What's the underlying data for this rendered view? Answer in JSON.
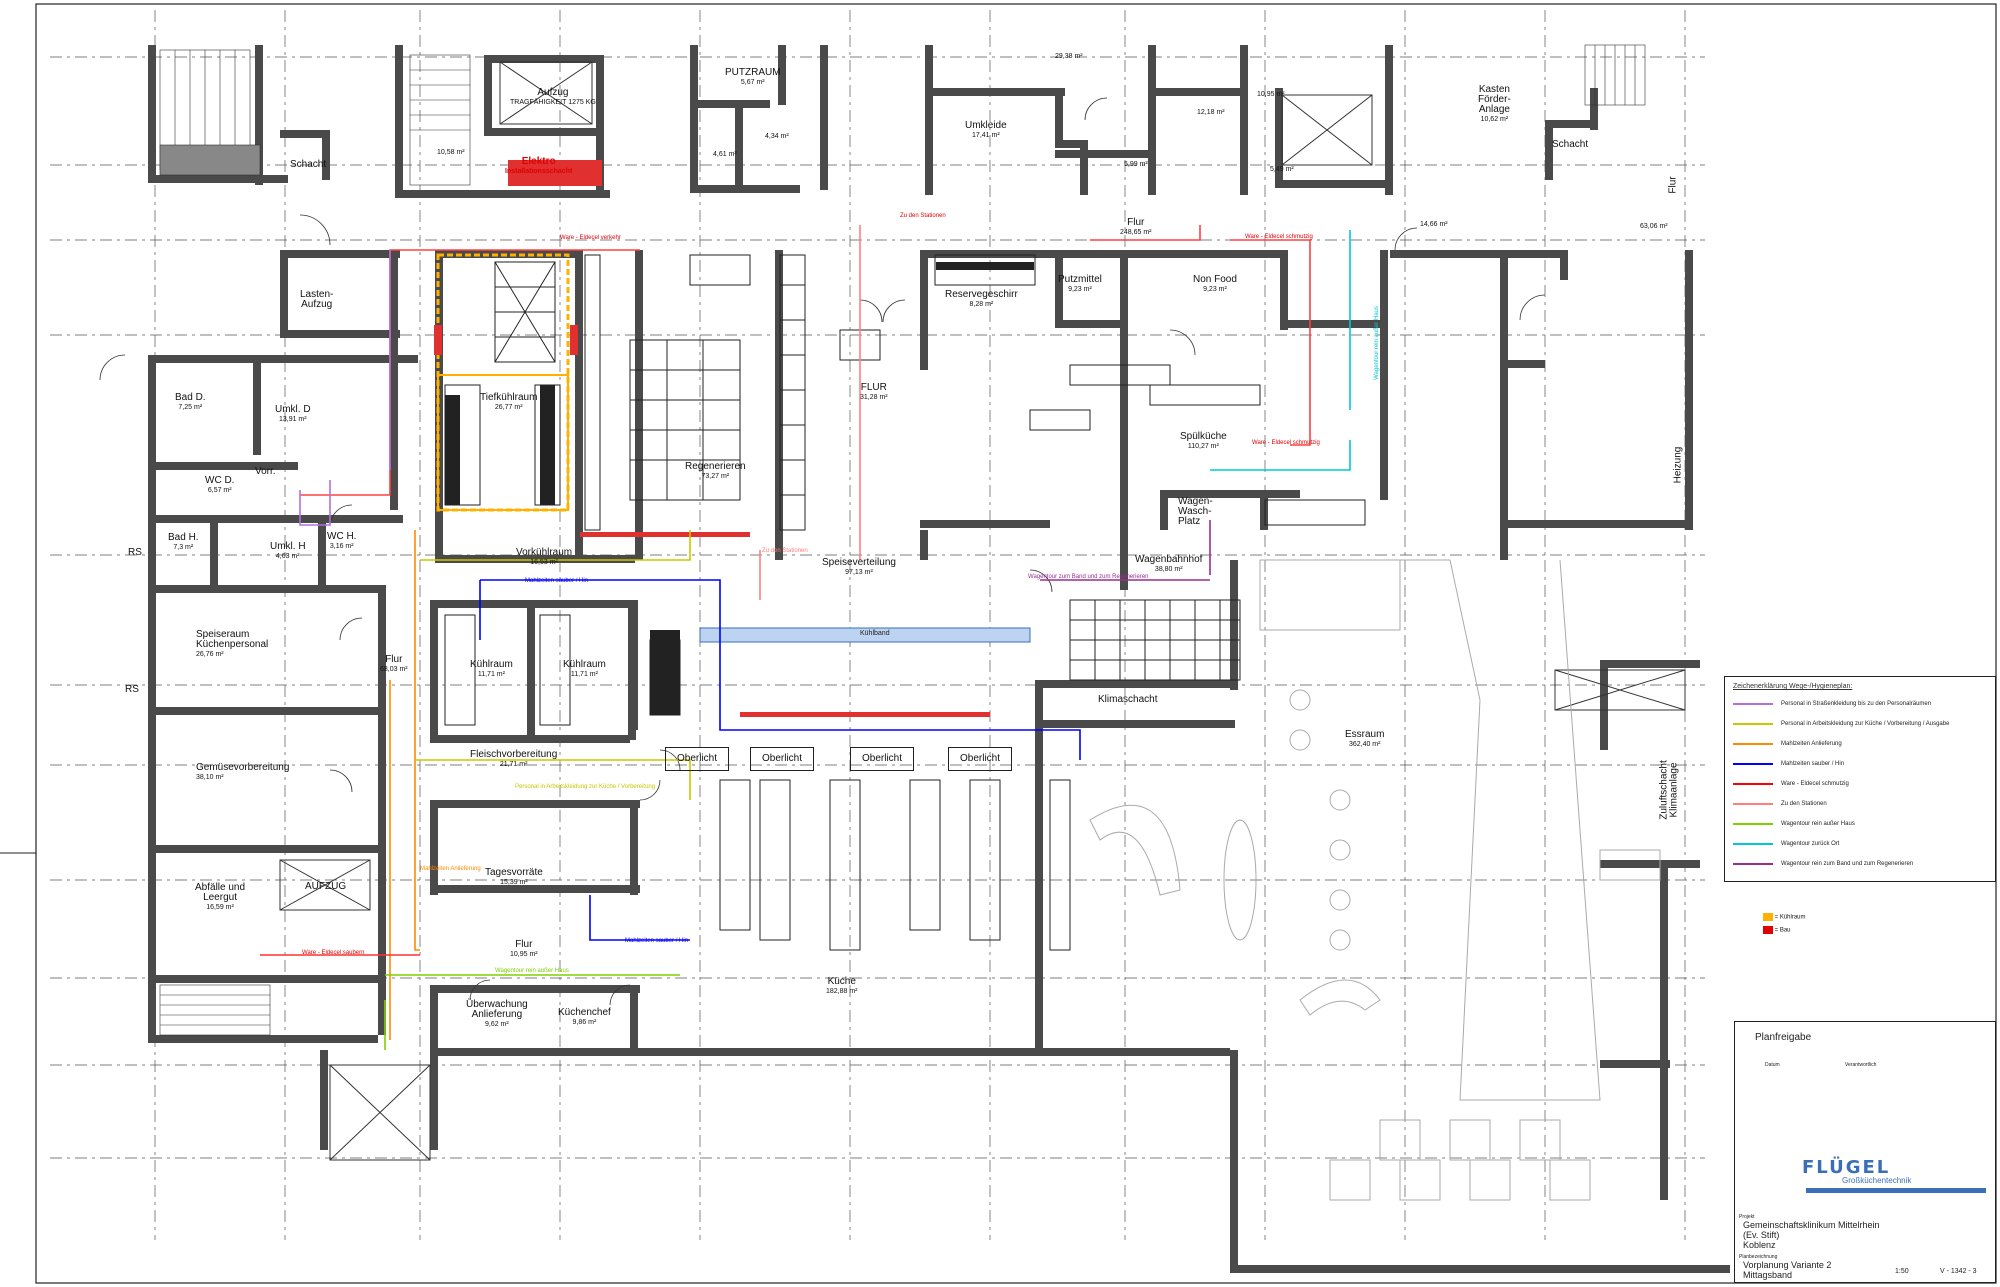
{
  "rooms": {
    "aufzug_top": {
      "name": "Aufzug",
      "sub": "TRAGFÄHIGKEIT 1275 KG",
      "area": ""
    },
    "elektro": {
      "name": "Elektro",
      "sub": "Installationsschacht"
    },
    "room_1058": {
      "area": "10,58 m²"
    },
    "schacht_left": {
      "name": "Schacht"
    },
    "putzraum": {
      "name": "PUTZRAUM",
      "area": "5,67 m²"
    },
    "room_461": {
      "area": "4,61 m²"
    },
    "room_434": {
      "area": "4,34 m²"
    },
    "room_2938": {
      "area": "29,38 m²"
    },
    "umkleide": {
      "name": "Umkleide",
      "area": "17,41 m²"
    },
    "room_599": {
      "area": "5,99 m²"
    },
    "room_1395": {
      "area": "10,95 m²"
    },
    "room_1218": {
      "area": "12,18 m²"
    },
    "room_549": {
      "area": "5,49 m²"
    },
    "kasten": {
      "name": "Kasten\nFörder-\nAnlage",
      "area": "10,62 m²"
    },
    "schacht_right": {
      "name": "Schacht"
    },
    "flur_top": {
      "name": "Flur",
      "area": "248,65 m²"
    },
    "room_1466": {
      "area": "14,66 m²"
    },
    "room_6306": {
      "area": "63,06 m²"
    },
    "flur_right": {
      "name": "Flur"
    },
    "lastenaufzug": {
      "name": "Lasten-\nAufzug"
    },
    "bad_d": {
      "name": "Bad D.",
      "area": "7,25 m²"
    },
    "umkl_d": {
      "name": "Umkl. D",
      "area": "13,91 m²"
    },
    "vorr": {
      "name": "Vorr."
    },
    "wc_d": {
      "name": "WC D.",
      "area": "6,57 m²"
    },
    "bad_h": {
      "name": "Bad H.",
      "area": "7,3 m²"
    },
    "umkl_h": {
      "name": "Umkl. H",
      "area": "4,63 m²"
    },
    "wc_h": {
      "name": "WC H.",
      "area": "3,16 m²"
    },
    "rs1": {
      "name": "RS"
    },
    "rs2": {
      "name": "RS"
    },
    "tiefkuehl": {
      "name": "Tiefkühlraum",
      "area": "26,77 m²"
    },
    "vorkuehl": {
      "name": "Vorkühlraum",
      "area": "16,53 m²"
    },
    "regenerieren": {
      "name": "Regenerieren",
      "area": "73,27 m²"
    },
    "flur_center": {
      "name": "FLUR",
      "area": "31,28 m²"
    },
    "reserve": {
      "name": "Reservegeschirr",
      "area": "8,28 m²"
    },
    "putzmittel": {
      "name": "Putzmittel",
      "area": "9,23 m²"
    },
    "nonfood": {
      "name": "Non Food",
      "area": "9,23 m²"
    },
    "spuelkueche": {
      "name": "Spülküche",
      "area": "110,27 m²"
    },
    "wagenwasch": {
      "name": "Wagen-\nWasch-\nPlatz"
    },
    "wagenbahnhof": {
      "name": "Wagenbahnhof",
      "area": "38,80 m²"
    },
    "heizung": {
      "name": "Heizung"
    },
    "speiseverteilung": {
      "name": "Speiseverteilung",
      "area": "97,13 m²"
    },
    "kuehlraum1": {
      "name": "Kühlraum",
      "area": "11,71 m²"
    },
    "kuehlraum2": {
      "name": "Kühlraum",
      "area": "11,71 m²"
    },
    "speiseraum_kp": {
      "name": "Speiseraum\nKüchenpersonal",
      "area": "26,76 m²"
    },
    "flur_left": {
      "name": "Flur",
      "area": "68,03 m²"
    },
    "klimaschacht": {
      "name": "Klimaschacht"
    },
    "gemuese": {
      "name": "Gemüsevorbereitung",
      "area": "38,10 m²"
    },
    "fleisch": {
      "name": "Fleischvorbereitung",
      "area": "21,71 m²"
    },
    "essraum": {
      "name": "Essraum",
      "area": "362,40 m²"
    },
    "zuluft": {
      "name": "Zuluftschacht\nKlimaanlage"
    },
    "abfaelle": {
      "name": "Abfälle und\nLeergut",
      "area": "16,59 m²"
    },
    "aufzug_bottom": {
      "name": "AUFZUG"
    },
    "tagesvorraete": {
      "name": "Tagesvorräte",
      "area": "15,39 m²"
    },
    "flur_bottom": {
      "name": "Flur",
      "area": "10,95 m²"
    },
    "kueche": {
      "name": "Küche",
      "area": "182,88 m²"
    },
    "ueberwachung": {
      "name": "Überwachung\nAnlieferung",
      "area": "9,62 m²"
    },
    "kuechenchef": {
      "name": "Küchenchef",
      "area": "9,86 m²"
    }
  },
  "oberlichts": [
    "Oberlicht",
    "Oberlicht",
    "Oberlicht",
    "Oberlicht"
  ],
  "route_labels": {
    "r1": "Ware - Eldecel verkehr",
    "r2": "Zu den Stationen",
    "r3": "Ware - Eldecel schmutzig",
    "r4": "Wagentour rein außer Haus",
    "r5": "Wagentour zum Band und zum Regenerieren",
    "r6": "Mahlzeiten sauber / Hin",
    "r7": "Personal in Arbeitskleidung zur Küche / Vorbereitung",
    "r8": "Ware - Eldecel schmutzig",
    "r9": "Mahlzeiten Anlieferung",
    "r10": "Ware - Eldecel saubern",
    "r11": "Wagentour rein außer Haus",
    "r12": "Mahlzeiten sauber / Hin",
    "r13": "Kühlband",
    "r14": "Zu den Stationen"
  },
  "legend": {
    "title": "Zeichenerklärung Wege-/Hygieneplan:",
    "items": [
      {
        "color": "#b070e0",
        "label": "Personal in Straßenkleidung bis zu den Personalräumen"
      },
      {
        "color": "#c8c800",
        "label": "Personal in Arbeitskleidung zur Küche / Vorbereitung / Ausgabe"
      },
      {
        "color": "#ff8c00",
        "label": "Mahlzeiten Anlieferung"
      },
      {
        "color": "#0000ff",
        "label": "Mahlzeiten sauber / Hin"
      },
      {
        "color": "#ff0000",
        "label": "Ware - Eldecel schmutzig"
      },
      {
        "color": "#ff7f7f",
        "label": "Zu den Stationen"
      },
      {
        "color": "#7fd000",
        "label": "Wagentour rein außer Haus"
      },
      {
        "color": "#00c8d8",
        "label": "Wagentour zurück Ort"
      },
      {
        "color": "#9b2d8f",
        "label": "Wagentour rein zum Band und zum Regenerieren"
      }
    ]
  },
  "small_key": [
    {
      "color": "#ffb000",
      "label": "= Kühlraum"
    },
    {
      "color": "#e00000",
      "label": "= Bau"
    }
  ],
  "titleblock": {
    "header": "Planfreigabe",
    "datum_label": "Datum",
    "verant_label": "Verantwortlich",
    "logo": "FLÜGEL",
    "logo_sub": "Großküchentechnik",
    "projekt_label": "Projekt",
    "projekt": "Gemeinschaftsklinikum Mittelrhein\n(Ev. Stift)\nKoblenz",
    "planbez_label": "Planbezeichnung",
    "planbez": "Vorplanung Variante 2\nMittagsband",
    "scale": "1:50",
    "plannr": "V - 1342 - 3"
  }
}
